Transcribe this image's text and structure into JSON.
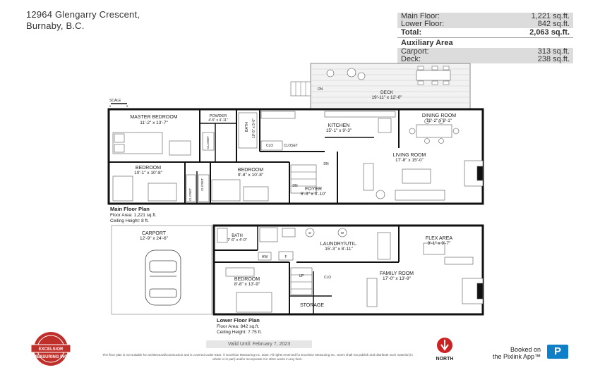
{
  "address": {
    "line1": "12964 Glengarry Crescent,",
    "line2": "Burnaby, B.C."
  },
  "areas": {
    "main_label": "Main Floor:",
    "main_value": "1,221 sq.ft.",
    "lower_label": "Lower Floor:",
    "lower_value": "842 sq.ft.",
    "total_label": "Total:",
    "total_value": "2,063 sq.ft.",
    "aux_title": "Auxiliary Area",
    "carport_label": "Carport:",
    "carport_value": "313 sq.ft.",
    "deck_label": "Deck:",
    "deck_value": "238 sq.ft."
  },
  "scale": {
    "label": "SCALE",
    "start": "0",
    "end": "5'"
  },
  "rooms": {
    "deck": {
      "name": "DECK",
      "dims": "19'-11\" x 12'-0\""
    },
    "dn_deck": "DN",
    "kitchen": {
      "name": "KITCHEN",
      "dims": "15'-1\" x 9'-3\""
    },
    "dining": {
      "name": "DINING ROOM",
      "dims": "10'-2\" x 9'-1\""
    },
    "living": {
      "name": "LIVING ROOM",
      "dims": "17'-8\" x 15'-0\""
    },
    "master": {
      "name": "MASTER BEDROOM",
      "dims": "11'-2\" x 13'-7\""
    },
    "powder": {
      "name": "POWDER",
      "dims": "4'-5\" x 4'-11\""
    },
    "bath_main": {
      "name": "BATH",
      "dims": "10'-5\" x 5'-0\""
    },
    "closet1": "CLOSET",
    "clo_main": "CLO",
    "closet2": "CLOSET",
    "bedroom2": {
      "name": "BEDROOM",
      "dims": "10'-1\" x 10'-8\""
    },
    "bedroom3": {
      "name": "BEDROOM",
      "dims": "9'-8\" x 10'-8\""
    },
    "closet3": "CLOSET",
    "closet4": "CLOSET",
    "foyer": {
      "name": "FOYER",
      "dims": "6'-3\" x 3'-10\""
    },
    "dn_main1": "DN",
    "dn_main2": "DN",
    "carport": {
      "name": "CARPORT",
      "dims": "12'-9\" x 24'-6\""
    },
    "bath_lower": {
      "name": "BATH",
      "dims": "7'-6\" x 4'-0\""
    },
    "laundry": {
      "name": "LAUNDRY/UTIL.",
      "dims": "15'-3\" x 8'-11\""
    },
    "hw": "HW",
    "f": "F",
    "d": "D",
    "w": "W",
    "flex": {
      "name": "FLEX AREA",
      "dims": "9'-1\" x 9'-7\""
    },
    "family": {
      "name": "FAMILY ROOM",
      "dims": "17'-0\" x 13'-9\""
    },
    "bedroom_lower": {
      "name": "BEDROOM",
      "dims": "8'-8\" x 13'-9\""
    },
    "up": "UP",
    "clo_lower": "CLO",
    "storage": "STORAGE"
  },
  "main_floor": {
    "title": "Main Floor Plan",
    "area": "Floor Area: 1,221 sq.ft.",
    "ceiling": "Ceiling Height: 8 ft."
  },
  "lower_floor": {
    "title": "Lower Floor Plan",
    "area": "Floor Area: 842 sq.ft.",
    "ceiling": "Ceiling Height: 7.75 ft."
  },
  "valid_until": "Valid Until: February 7, 2023",
  "disclaimer": "The floor plan is not suitable for architectural/construction and is covered under E&O. © Excelsior Measuring Inc. 2022. All rights reserved for Excelsior Measuring Inc. Users shall not publish and distribute such material (in whole or in part) and/or incorporate it in other works in any form.",
  "seal": {
    "top": "EXCELSIOR",
    "bottom": "MEASURING INC."
  },
  "north": "NORTH",
  "pixlink": {
    "line1": "Booked on",
    "line2": "the Pixlink App™",
    "logo_letter": "P"
  },
  "colors": {
    "wall": "#111111",
    "deck_fill": "#f2f2f2",
    "seal_red": "#c0302b",
    "north_red": "#cc2222",
    "pixlink_blue": "#0f7fc8"
  }
}
